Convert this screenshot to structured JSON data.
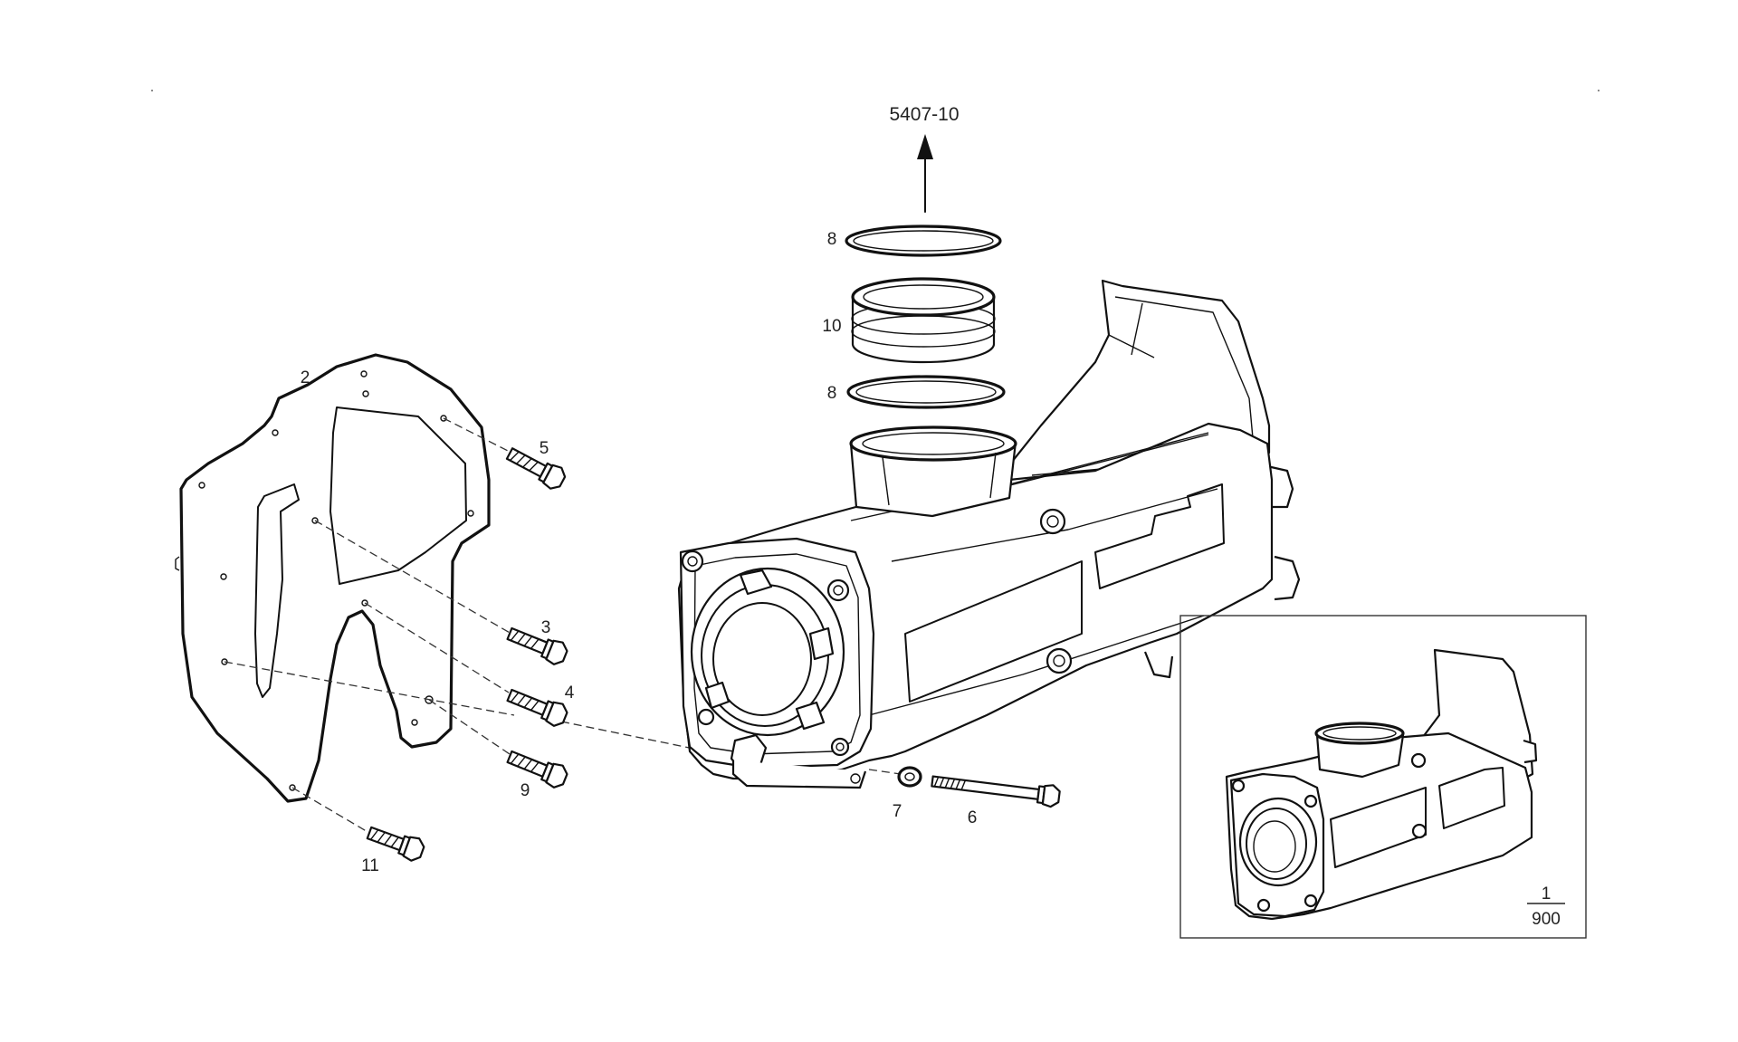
{
  "diagram": {
    "reference_label": "5407-10",
    "inset_fraction": {
      "numerator": "1",
      "denominator": "900"
    },
    "callouts": {
      "gasket_plate": "2",
      "bolt_a": "3",
      "bolt_b": "4",
      "bolt_c": "5",
      "bolt_long": "6",
      "washer": "7",
      "seal_ring_top": "8",
      "seal_ring_bottom": "8",
      "bolt_d": "9",
      "sleeve": "10",
      "bolt_e": "11"
    }
  }
}
